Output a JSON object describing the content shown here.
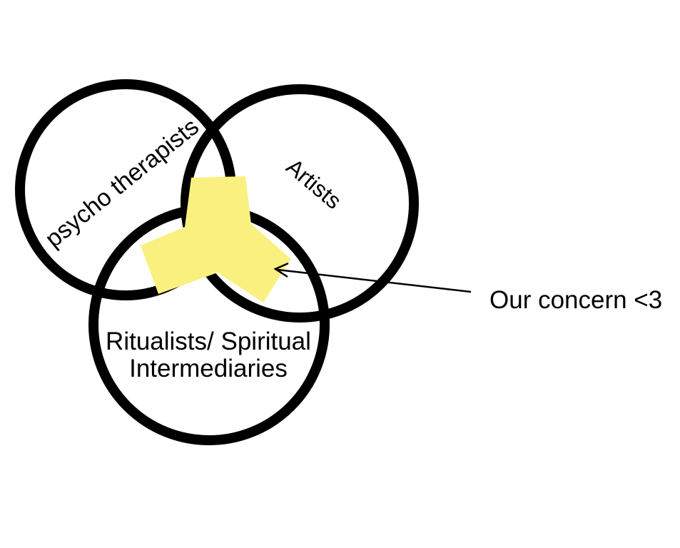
{
  "colors": {
    "background": "#ffffff",
    "stroke": "#000000",
    "highlight": "#faf080"
  },
  "venn": {
    "circles": [
      {
        "id": "psychotherapists",
        "label": "psycho therapists"
      },
      {
        "id": "artists",
        "label": "Artists"
      },
      {
        "id": "ritualists",
        "label": "Ritualists/ Spiritual Intermediaries",
        "label_line1": "Ritualists/ Spiritual",
        "label_line2": "Intermediaries"
      }
    ],
    "highlight_region": "triple intersection",
    "annotation": {
      "label": "Our concern <3"
    }
  }
}
